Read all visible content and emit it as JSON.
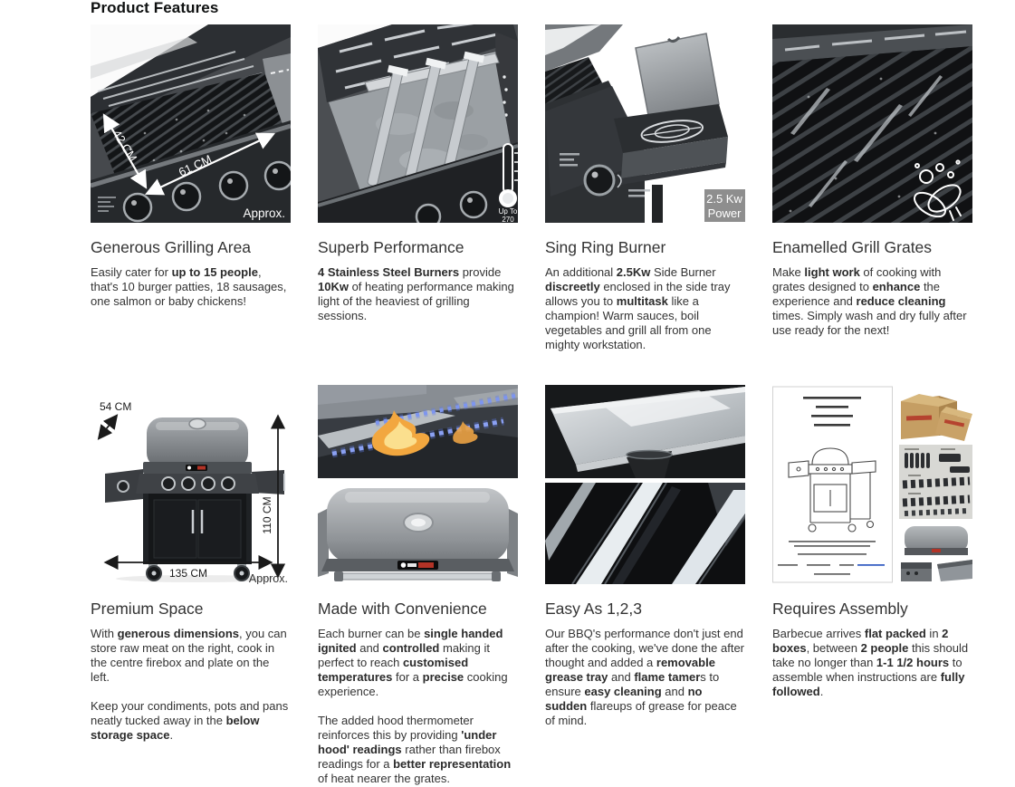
{
  "header": {
    "title": "Product Features"
  },
  "colors": {
    "heading": "#0f1111",
    "body_text": "#333333",
    "grill_dark": "#26282b",
    "steel": "#c7cbcf",
    "badge_gray": "#8e8e8e",
    "flame_blue": "#5f7ce8",
    "flame_orange": "#f2a73f",
    "cardboard": "#c59e63",
    "logo_red": "#b23326",
    "link_blue": "#3a62c4"
  },
  "features": [
    {
      "title": "Generous Grilling Area",
      "overlays": {
        "dim_depth": "42 CM",
        "dim_width": "61 CM",
        "approx": "Approx."
      },
      "paragraphs": [
        [
          {
            "t": "Easily cater for "
          },
          {
            "t": "up to 15 people",
            "b": true
          },
          {
            "t": ", that's 10 burger patties, 18 sausages, one salmon or baby chickens!"
          }
        ]
      ]
    },
    {
      "title": "Superb Performance",
      "overlays": {
        "thermo_line1": "Up To",
        "thermo_line2": "270"
      },
      "paragraphs": [
        [
          {
            "t": "4 Stainless Steel Burners",
            "b": true
          },
          {
            "t": " provide "
          },
          {
            "t": "10Kw",
            "b": true
          },
          {
            "t": " of heating performance making light of the heaviest of grilling sessions."
          }
        ]
      ]
    },
    {
      "title": "Sing Ring Burner",
      "overlays": {
        "badge_line1": "2.5 Kw",
        "badge_line2": "Power"
      },
      "paragraphs": [
        [
          {
            "t": "An additional "
          },
          {
            "t": "2.5Kw",
            "b": true
          },
          {
            "t": " Side Burner "
          },
          {
            "t": "discreetly",
            "b": true
          },
          {
            "t": " enclosed in the side tray allows you to "
          },
          {
            "t": "multitask",
            "b": true
          },
          {
            "t": " like a champion! Warm sauces, boil vegetables and grill all from one mighty workstation."
          }
        ]
      ]
    },
    {
      "title": "Enamelled Grill Grates",
      "overlays": {},
      "paragraphs": [
        [
          {
            "t": "Make "
          },
          {
            "t": "light work",
            "b": true
          },
          {
            "t": " of cooking with grates designed to "
          },
          {
            "t": "enhance",
            "b": true
          },
          {
            "t": " the experience and "
          },
          {
            "t": "reduce cleaning",
            "b": true
          },
          {
            "t": " times. Simply wash and dry fully after use ready for the next!"
          }
        ]
      ]
    },
    {
      "title": "Premium Space",
      "overlays": {
        "dim_side": "54 CM",
        "dim_height": "110 CM",
        "dim_length": "135 CM",
        "approx": "Approx."
      },
      "paragraphs": [
        [
          {
            "t": "With "
          },
          {
            "t": "generous dimensions",
            "b": true
          },
          {
            "t": ", you can store raw meat on the right, cook in the centre firebox and plate on the left."
          }
        ],
        [
          {
            "t": "Keep your condiments, pots and pans neatly tucked away in the "
          },
          {
            "t": "below storage space",
            "b": true
          },
          {
            "t": "."
          }
        ]
      ]
    },
    {
      "title": "Made with Convenience",
      "overlays": {},
      "paragraphs": [
        [
          {
            "t": "Each burner can be "
          },
          {
            "t": "single handed ignited",
            "b": true
          },
          {
            "t": " and "
          },
          {
            "t": "controlled",
            "b": true
          },
          {
            "t": " making it perfect to reach "
          },
          {
            "t": "customised temperatures",
            "b": true
          },
          {
            "t": " for a "
          },
          {
            "t": "precise",
            "b": true
          },
          {
            "t": " cooking experience."
          }
        ],
        [
          {
            "t": "The added hood thermometer reinforces this by providing "
          },
          {
            "t": "'under hood' readings",
            "b": true
          },
          {
            "t": " rather than firebox readings for a "
          },
          {
            "t": "better representation",
            "b": true
          },
          {
            "t": " of heat nearer the grates."
          }
        ]
      ]
    },
    {
      "title": "Easy As 1,2,3",
      "overlays": {},
      "paragraphs": [
        [
          {
            "t": "Our BBQ's performance don't just end after the cooking, we've done the after thought and added a "
          },
          {
            "t": "removable grease tray",
            "b": true
          },
          {
            "t": " and "
          },
          {
            "t": "flame tamer",
            "b": true
          },
          {
            "t": "s to ensure "
          },
          {
            "t": "easy cleaning",
            "b": true
          },
          {
            "t": " and "
          },
          {
            "t": "no sudden",
            "b": true
          },
          {
            "t": " flareups of grease for peace of mind."
          }
        ]
      ]
    },
    {
      "title": "Requires Assembly",
      "overlays": {},
      "paragraphs": [
        [
          {
            "t": "Barbecue arrives "
          },
          {
            "t": "flat packed",
            "b": true
          },
          {
            "t": " in "
          },
          {
            "t": "2 boxes",
            "b": true
          },
          {
            "t": ", between "
          },
          {
            "t": "2 people",
            "b": true
          },
          {
            "t": " this should take no longer than "
          },
          {
            "t": "1-1 1/2 hours",
            "b": true
          },
          {
            "t": " to assemble when instructions are "
          },
          {
            "t": "fully followed",
            "b": true
          },
          {
            "t": "."
          }
        ]
      ]
    }
  ]
}
